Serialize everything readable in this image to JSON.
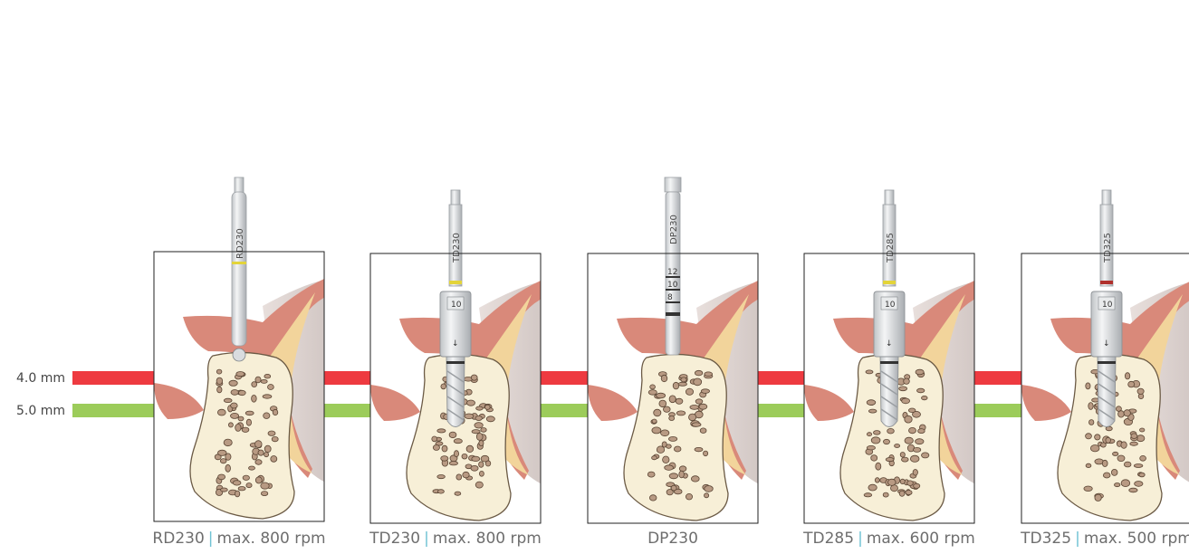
{
  "colors": {
    "red_line": "#ee3a40",
    "green_line": "#9ccc5a",
    "separator": "#6fc3d4",
    "gum": "#d9897a",
    "bone": "#f7efd7",
    "cavity": "#b89a83"
  },
  "depth_lines": [
    {
      "label": "4.0 mm",
      "color": "red"
    },
    {
      "label": "5.0 mm",
      "color": "green"
    }
  ],
  "panels": [
    {
      "drill": "RD230",
      "speed": "max. 800 rpm",
      "stage": "round-drill"
    },
    {
      "drill": "TD230",
      "speed": "max. 800 rpm",
      "stage": "twist-drill"
    },
    {
      "drill": "DP230",
      "speed": "",
      "stage": "depth-probe"
    },
    {
      "drill": "TD285",
      "speed": "max. 600 rpm",
      "stage": "twist-drill"
    },
    {
      "drill": "TD325",
      "speed": "max. 500 rpm",
      "stage": "twist-drill"
    }
  ],
  "depth_marks": [
    "12",
    "10",
    "8"
  ],
  "sleeve_marks": [
    "10"
  ],
  "icons": [
    "down-arrow-icon"
  ]
}
